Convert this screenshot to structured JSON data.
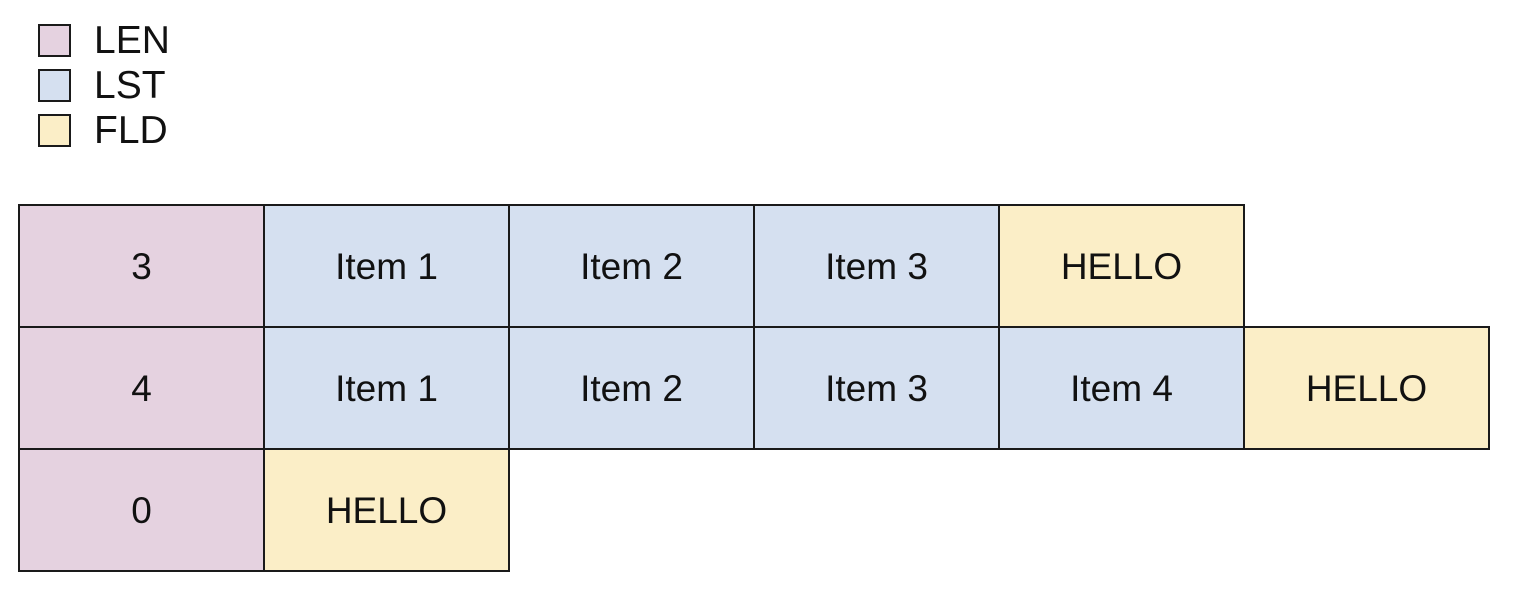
{
  "legend": {
    "items": [
      {
        "label": "LEN",
        "color": "#e5d2e0",
        "swatch_name": "legend-swatch-len"
      },
      {
        "label": "LST",
        "color": "#d5e0f0",
        "swatch_name": "legend-swatch-lst"
      },
      {
        "label": "FLD",
        "color": "#fbeec7",
        "swatch_name": "legend-swatch-fld"
      }
    ]
  },
  "table": {
    "rows": [
      {
        "cells": [
          {
            "text": "3",
            "kind": "LEN"
          },
          {
            "text": "Item 1",
            "kind": "LST"
          },
          {
            "text": "Item 2",
            "kind": "LST"
          },
          {
            "text": "Item 3",
            "kind": "LST"
          },
          {
            "text": "HELLO",
            "kind": "FLD"
          }
        ]
      },
      {
        "cells": [
          {
            "text": "4",
            "kind": "LEN"
          },
          {
            "text": "Item 1",
            "kind": "LST"
          },
          {
            "text": "Item 2",
            "kind": "LST"
          },
          {
            "text": "Item 3",
            "kind": "LST"
          },
          {
            "text": "Item 4",
            "kind": "LST"
          },
          {
            "text": "HELLO",
            "kind": "FLD"
          }
        ]
      },
      {
        "cells": [
          {
            "text": "0",
            "kind": "LEN"
          },
          {
            "text": "HELLO",
            "kind": "FLD"
          }
        ]
      }
    ]
  }
}
